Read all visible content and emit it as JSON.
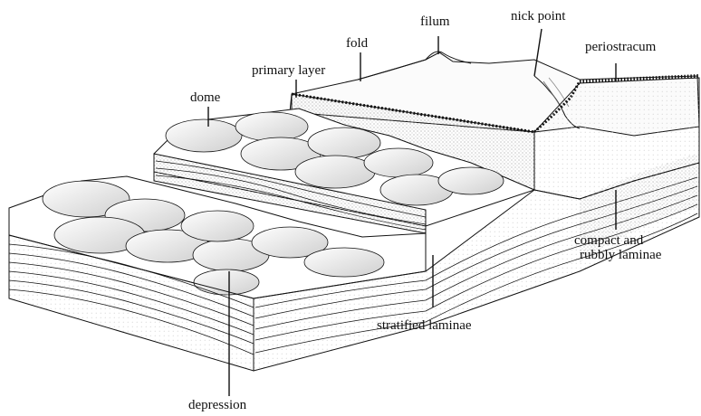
{
  "labels": {
    "filum": "filum",
    "nick_point": "nick point",
    "fold": "fold",
    "periostracum": "periostracum",
    "primary_layer": "primary layer",
    "dome": "dome",
    "compact_line1": "compact and",
    "compact_line2": "rubbly laminae",
    "stratified": "stratified laminae",
    "depression": "depression"
  },
  "colors": {
    "ink": "#111111",
    "stipple": "#8a8a8a",
    "shade": "#d8d8d8",
    "paper": "#ffffff"
  }
}
